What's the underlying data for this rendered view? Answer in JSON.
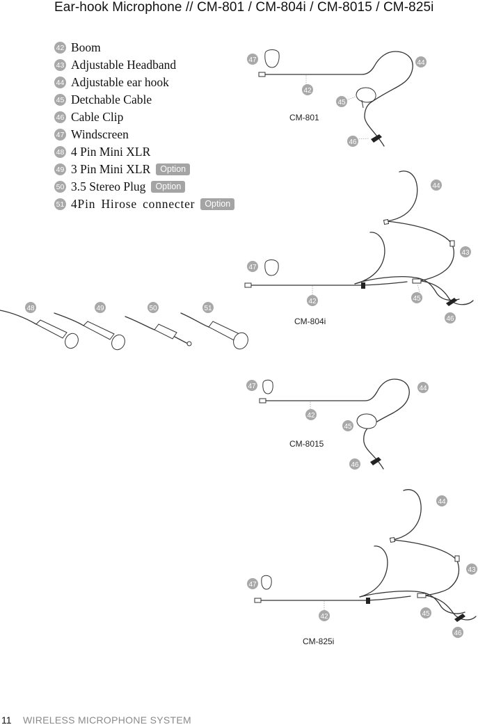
{
  "title": "Ear-hook Microphone // CM-801 / CM-804i / CM-8015 / CM-825i",
  "legend": [
    {
      "num": "42",
      "label": "Boom"
    },
    {
      "num": "43",
      "label": "Adjustable Headband"
    },
    {
      "num": "44",
      "label": "Adjustable ear hook"
    },
    {
      "num": "45",
      "label": "Detchable Cable"
    },
    {
      "num": "46",
      "label": "Cable Clip"
    },
    {
      "num": "47",
      "label": "Windscreen"
    },
    {
      "num": "48",
      "label": "4 Pin Mini XLR"
    },
    {
      "num": "49",
      "label": "3 Pin Mini XLR",
      "option": "Option"
    },
    {
      "num": "50",
      "label": "3.5 Stereo Plug",
      "option": "Option"
    },
    {
      "num": "51",
      "label": "4Pin Hirose connecter",
      "option": "Option"
    }
  ],
  "connector_callouts": [
    "48",
    "49",
    "50",
    "51"
  ],
  "models": {
    "cm801": {
      "name": "CM-801",
      "callouts": [
        "47",
        "44",
        "42",
        "45",
        "46"
      ]
    },
    "cm804i": {
      "name": "CM-804i",
      "callouts": [
        "44",
        "43",
        "47",
        "45",
        "42",
        "46"
      ]
    },
    "cm8015": {
      "name": "CM-8015",
      "callouts": [
        "47",
        "44",
        "42",
        "45",
        "46"
      ]
    },
    "cm825i": {
      "name": "CM-825i",
      "callouts": [
        "44",
        "43",
        "47",
        "45",
        "42",
        "46"
      ]
    }
  },
  "footer": {
    "page": "11",
    "section": "WIRELESS MICROPHONE SYSTEM"
  },
  "colors": {
    "badge": "#a8a8a8",
    "option_tag": "#a4a4a4",
    "line_art": "#333333"
  }
}
